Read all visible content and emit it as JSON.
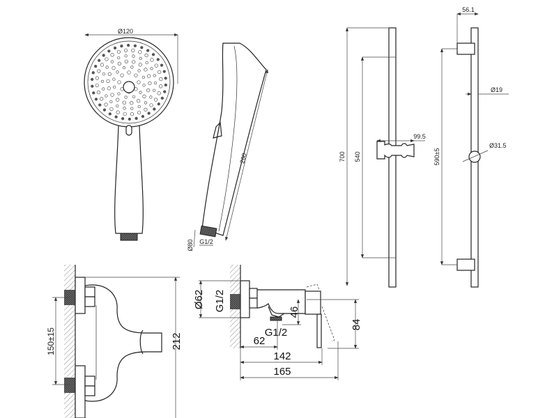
{
  "hand_shower": {
    "head_diameter": "Ø120",
    "length": "280",
    "connector_diameter": "Ø80",
    "connector_thread": "G1/2"
  },
  "slide_rail": {
    "total_length": "700",
    "rail_length": "540",
    "slider_width": "99.5"
  },
  "rail_side": {
    "bracket_depth": "56.1",
    "bracket_spacing": "590±5",
    "rail_diameter": "Ø19",
    "knob_diameter": "Ø31.5"
  },
  "mixer_front": {
    "center_distance": "150±15",
    "height": "212"
  },
  "mixer_side": {
    "plate_diameter": "Ø62",
    "inlet_thread": "G1/2",
    "outlet_thread": "G1/2",
    "outlet_offset": "46",
    "lever_height": "84",
    "outlet_distance": "62",
    "body_depth": "142",
    "total_depth": "165"
  }
}
